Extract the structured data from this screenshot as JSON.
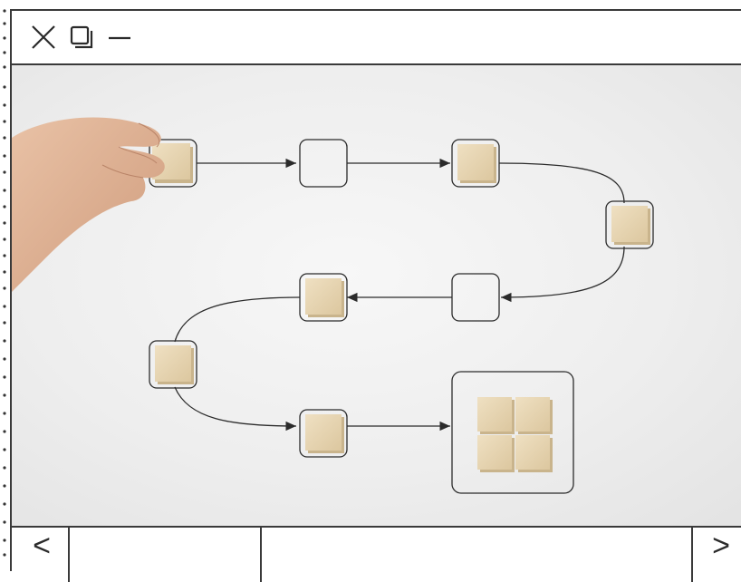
{
  "window": {
    "title_buttons": [
      {
        "name": "close",
        "icon": "close-icon"
      },
      {
        "name": "restore",
        "icon": "restore-icon"
      },
      {
        "name": "minimize",
        "icon": "minimize-icon"
      }
    ]
  },
  "image": {
    "description_icon": "workflow-blocks-image"
  },
  "bottom_nav": {
    "prev_label": "<",
    "next_label": ">"
  },
  "colors": {
    "border": "#3a3a3a",
    "block": "#e8d7b4",
    "block_shadow": "#c9b48c",
    "skin": "#e4b79a"
  }
}
